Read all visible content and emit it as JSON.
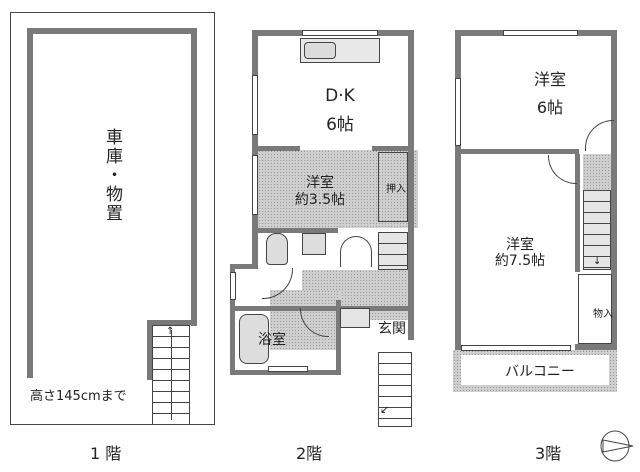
{
  "floors": [
    {
      "label": "1 階",
      "rooms": [
        {
          "name": "車庫・物置",
          "size": ""
        }
      ],
      "note": "高さ145cmまで"
    },
    {
      "label": "2階",
      "rooms": [
        {
          "name": "D·K",
          "size": "6帖"
        },
        {
          "name": "洋室",
          "size": "約3.5帖"
        },
        {
          "name": "押入",
          "size": ""
        },
        {
          "name": "浴室",
          "size": ""
        },
        {
          "name": "玄関",
          "size": ""
        }
      ]
    },
    {
      "label": "3階",
      "rooms": [
        {
          "name": "洋室",
          "size": "6帖"
        },
        {
          "name": "洋室",
          "size": "約7.5帖"
        },
        {
          "name": "物入",
          "size": ""
        },
        {
          "name": "バルコニー",
          "size": ""
        }
      ]
    }
  ],
  "compass": {
    "icon": "compass-north-icon"
  },
  "colors": {
    "wall": "#7a7a7a",
    "hatch": "#cfcfcf",
    "line": "#444444"
  }
}
